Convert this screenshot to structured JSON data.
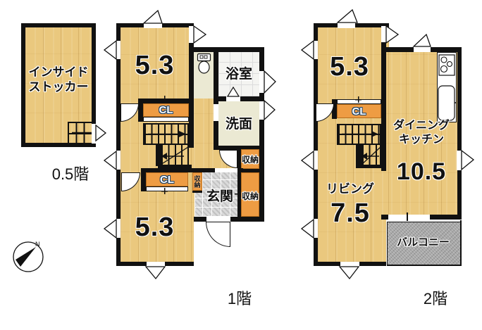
{
  "floor05": {
    "label": "0.5階",
    "stocker": "インサイド\nストッカー"
  },
  "floor1": {
    "label": "1階",
    "north_room_size": "5.3",
    "south_room_size": "5.3",
    "closet_north": "CL",
    "closet_south": "CL",
    "bath": "浴室",
    "washroom": "洗面",
    "entrance": "玄関",
    "storage_hall": "収納",
    "storage_entry_side": "収納",
    "storage_entry": "収納"
  },
  "floor2": {
    "label": "2階",
    "north_room_size": "5.3",
    "closet": "CL",
    "dining_kitchen": "ダイニング\nキッチン",
    "dining_kitchen_size": "10.5",
    "living": "リビング",
    "living_size": "7.5",
    "balcony": "バルコニー"
  },
  "compass": {
    "north": "N"
  },
  "colors": {
    "wall": "#111111",
    "wood_floor": "#EAC87E",
    "storage_orange": "#EE9C43",
    "wet_area_floor": "#EBE9D3",
    "bath_tile": "#F4F4F1",
    "entrance_tile": "#DADADA",
    "balcony_gray": "#A8A8A8"
  }
}
